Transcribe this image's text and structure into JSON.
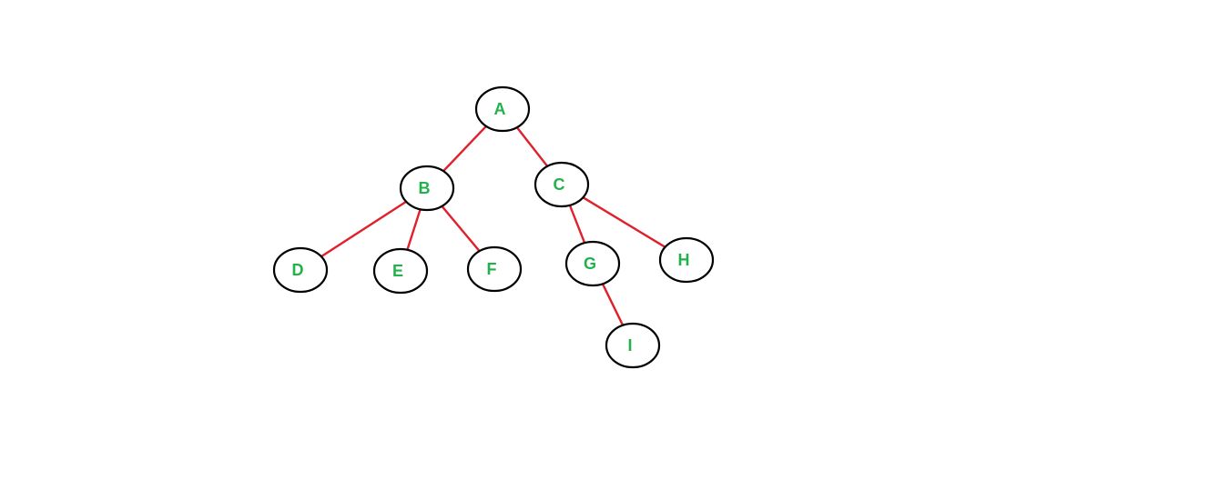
{
  "diagram": {
    "type": "tree",
    "colors": {
      "edge": "#e0202a",
      "node_border": "#000000",
      "node_fill": "#ffffff",
      "label": "#22b14c"
    },
    "nodes": [
      {
        "id": "A",
        "label": "A"
      },
      {
        "id": "B",
        "label": "B"
      },
      {
        "id": "C",
        "label": "C"
      },
      {
        "id": "D",
        "label": "D"
      },
      {
        "id": "E",
        "label": "E"
      },
      {
        "id": "F",
        "label": "F"
      },
      {
        "id": "G",
        "label": "G"
      },
      {
        "id": "H",
        "label": "H"
      },
      {
        "id": "I",
        "label": "I"
      }
    ],
    "edges": [
      {
        "from": "A",
        "to": "B"
      },
      {
        "from": "A",
        "to": "C"
      },
      {
        "from": "B",
        "to": "D"
      },
      {
        "from": "B",
        "to": "E"
      },
      {
        "from": "B",
        "to": "F"
      },
      {
        "from": "C",
        "to": "G"
      },
      {
        "from": "C",
        "to": "H"
      },
      {
        "from": "G",
        "to": "I"
      }
    ]
  }
}
